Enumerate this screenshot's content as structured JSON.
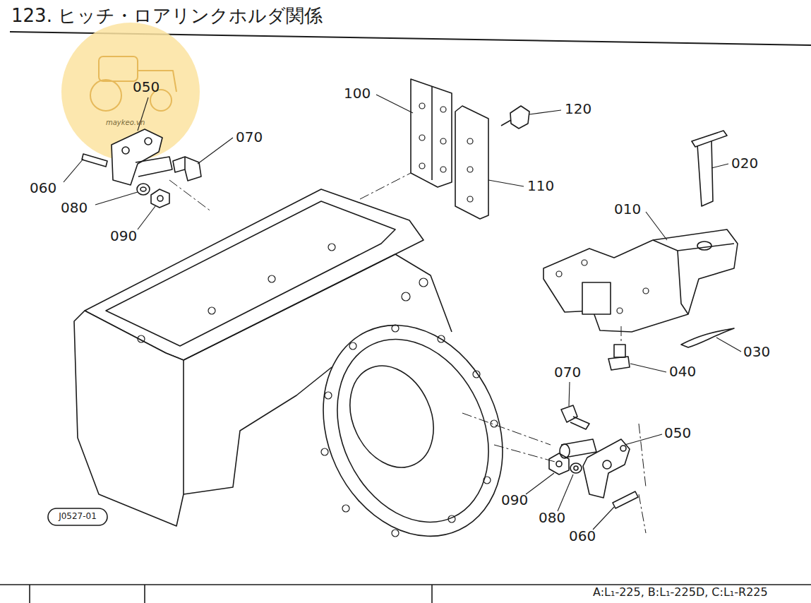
{
  "diagram": {
    "title": "123. ヒッチ・ロアリンクホルダ関係",
    "labels": [
      "050",
      "070",
      "060",
      "080",
      "090",
      "100",
      "120",
      "110",
      "020",
      "010",
      "030",
      "040",
      "070",
      "050",
      "090",
      "080",
      "060",
      "J0527-01",
      "A:L₁-225, B:L₁-225D, C:L₁-R225",
      "maykeo.vn"
    ]
  }
}
